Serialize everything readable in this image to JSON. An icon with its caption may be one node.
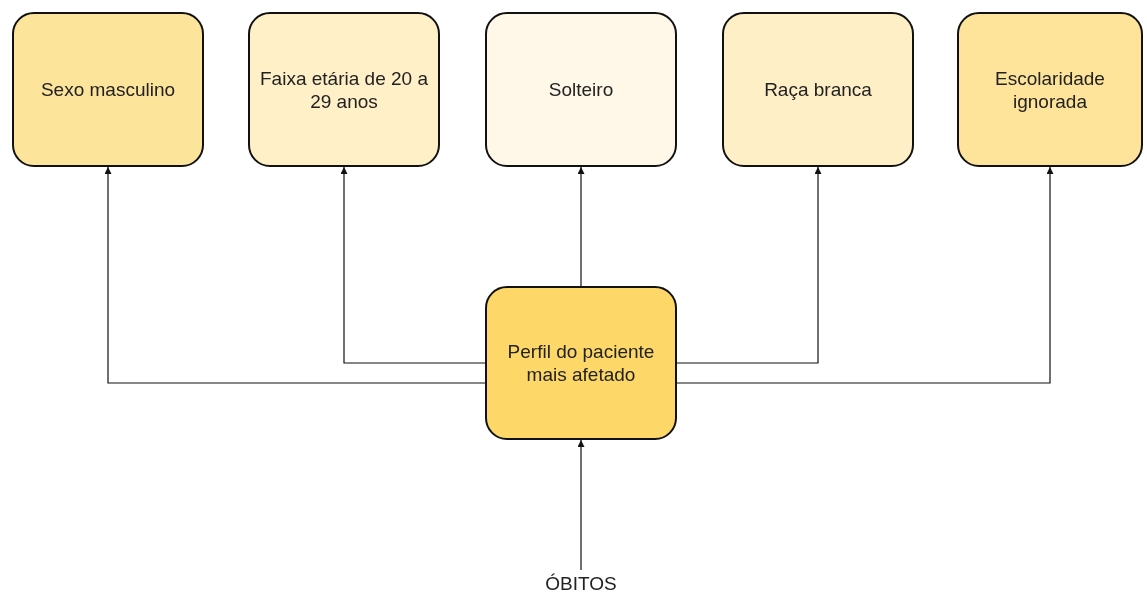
{
  "diagram": {
    "nodes": [
      {
        "text": [
          "Sexo masculino"
        ]
      },
      {
        "text": [
          "Faixa etária de 20 a 29 anos"
        ]
      },
      {
        "text": [
          "Solteiro"
        ]
      },
      {
        "text": [
          "Raça branca"
        ]
      },
      {
        "text": [
          "Escolaridade ignorada"
        ]
      },
      {
        "text": [
          "Perfil do paciente mais afetado"
        ]
      },
      {
        "text": [
          "ÓBITOS"
        ]
      }
    ],
    "edges": [
      {
        "from": 6,
        "to": 5,
        "arrow": "to"
      },
      {
        "from": 5,
        "to": 0,
        "arrow": "to"
      },
      {
        "from": 5,
        "to": 1,
        "arrow": "to"
      },
      {
        "from": 5,
        "to": 2,
        "arrow": "to"
      },
      {
        "from": 5,
        "to": 3,
        "arrow": "to"
      },
      {
        "from": 5,
        "to": 4,
        "arrow": "to"
      }
    ]
  }
}
